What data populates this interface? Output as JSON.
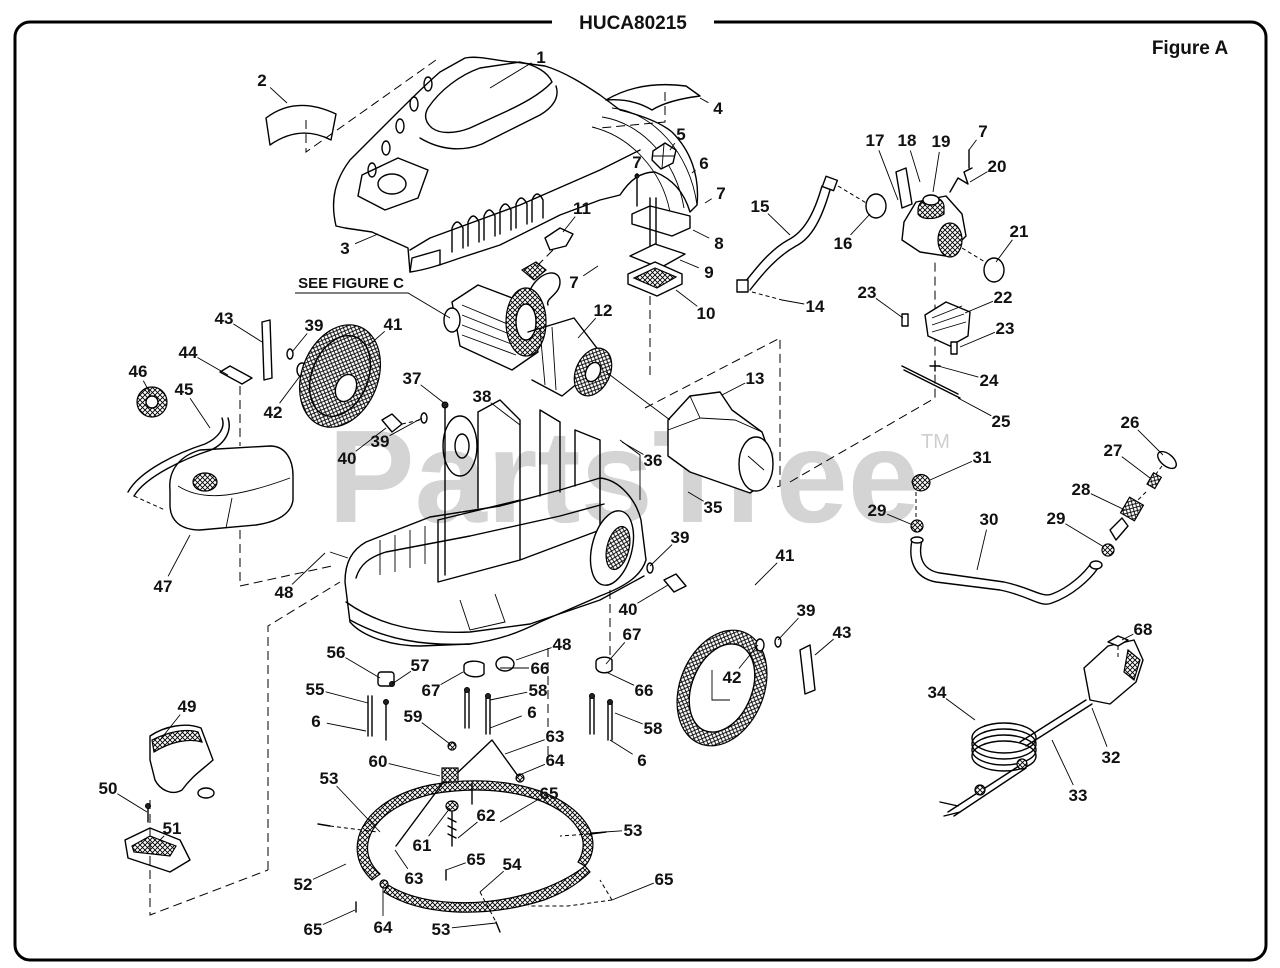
{
  "header": {
    "model_number": "HUCA80215",
    "figure_label": "Figure A"
  },
  "reference_note": "SEE FIGURE C",
  "watermark": {
    "text": "PartsTree",
    "trademark": "TM"
  },
  "callouts": [
    "1",
    "2",
    "3",
    "4",
    "5",
    "6",
    "7",
    "7",
    "8",
    "9",
    "10",
    "11",
    "7",
    "12",
    "13",
    "14",
    "15",
    "16",
    "17",
    "18",
    "19",
    "7",
    "20",
    "21",
    "22",
    "23",
    "23",
    "24",
    "25",
    "26",
    "27",
    "28",
    "29",
    "29",
    "30",
    "31",
    "32",
    "33",
    "34",
    "35",
    "36",
    "37",
    "38",
    "39",
    "39",
    "39",
    "39",
    "40",
    "40",
    "41",
    "41",
    "42",
    "42",
    "43",
    "43",
    "44",
    "45",
    "46",
    "47",
    "48",
    "48",
    "49",
    "50",
    "51",
    "52",
    "53",
    "53",
    "53",
    "54",
    "55",
    "56",
    "57",
    "58",
    "58",
    "59",
    "60",
    "61",
    "62",
    "63",
    "63",
    "64",
    "64",
    "65",
    "65",
    "65",
    "65",
    "66",
    "66",
    "67",
    "67",
    "68",
    "6",
    "6",
    "6"
  ]
}
